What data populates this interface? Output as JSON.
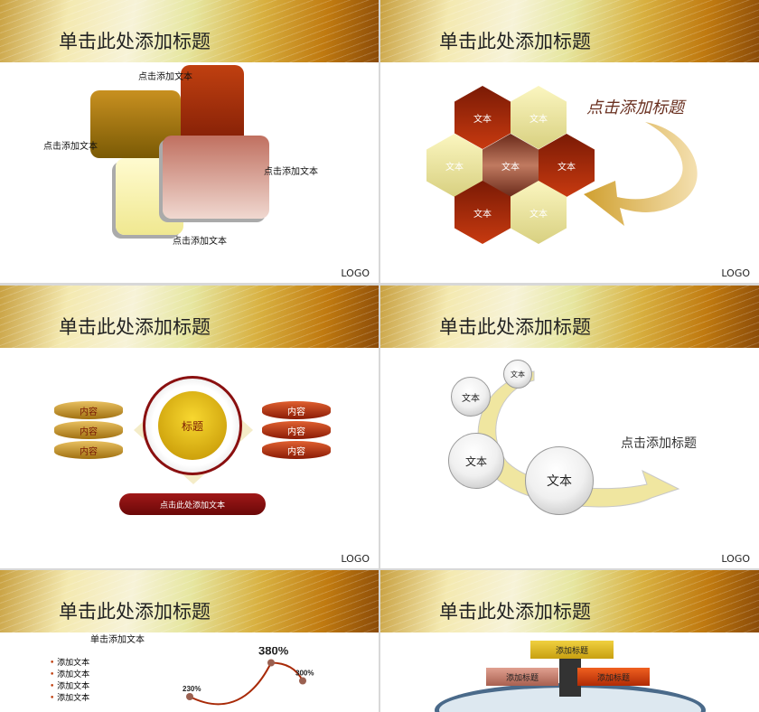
{
  "slides": [
    {
      "title": "单击此处添加标题",
      "logo": "LOGO",
      "labels": [
        "点击添加文本",
        "点击添加文本",
        "点击添加文本",
        "点击添加文本"
      ]
    },
    {
      "title": "单击此处添加标题",
      "logo": "LOGO",
      "heading": "点击添加标题",
      "hexes": [
        "文本",
        "文本",
        "文本",
        "文本",
        "文本",
        "文本",
        "文本"
      ]
    },
    {
      "title": "单击此处添加标题",
      "logo": "LOGO",
      "center": "标题",
      "left": [
        "内容",
        "内容",
        "内容"
      ],
      "right": [
        "内容",
        "内容",
        "内容"
      ],
      "button": "点击此处添加文本"
    },
    {
      "title": "单击此处添加标题",
      "logo": "LOGO",
      "heading": "点击添加标题",
      "balls": [
        "文本",
        "文本",
        "文本",
        "文本"
      ]
    },
    {
      "title": "单击此处添加标题",
      "subtitle": "单击添加文本",
      "bullets": [
        "添加文本",
        "添加文本",
        "添加文本",
        "添加文本"
      ],
      "chart_data": {
        "type": "line",
        "points": [
          {
            "label": "230%",
            "value": 230
          },
          {
            "label": "380%",
            "value": 380
          },
          {
            "label": "300%",
            "value": 300
          }
        ]
      }
    },
    {
      "title": "单击此处添加标题",
      "boxes": [
        "添加标题",
        "添加标题",
        "添加标题"
      ]
    }
  ],
  "colors": {
    "accent_red": "#a82a08",
    "accent_gold": "#d8b040",
    "dark_red": "#8a1010"
  }
}
